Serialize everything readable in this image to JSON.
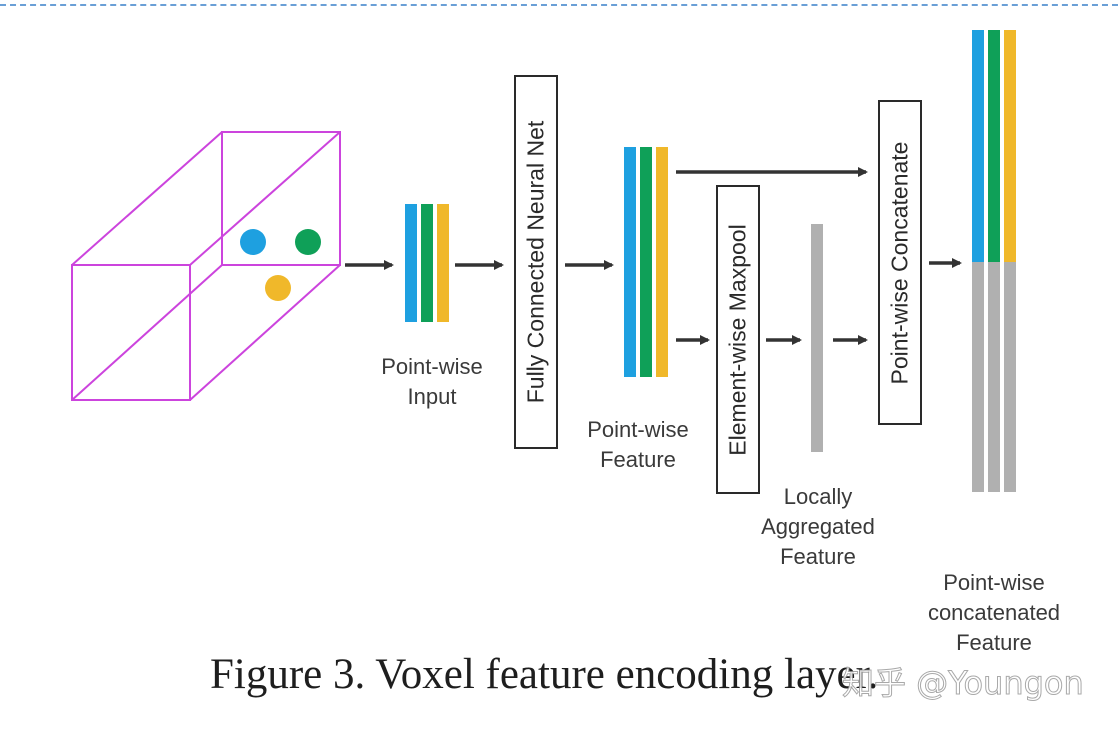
{
  "labels": {
    "point_wise_input": [
      "Point-wise",
      "Input"
    ],
    "fully_connected": "Fully Connected Neural Net",
    "point_wise_feature": [
      "Point-wise",
      "Feature"
    ],
    "element_wise_maxpool": "Element-wise Maxpool",
    "locally_aggregated_feature": [
      "Locally",
      "Aggregated",
      "Feature"
    ],
    "point_wise_concatenate": "Point-wise Concatenate",
    "point_wise_concatenated_feature": [
      "Point-wise",
      "concatenated",
      "Feature"
    ]
  },
  "caption": "Figure 3. Voxel feature encoding layer.",
  "watermark": "知乎 @Youngon",
  "colors": {
    "voxel_box": "#cc44dd",
    "blue": "#1ea0e0",
    "green": "#0fa058",
    "yellow": "#f0b82a",
    "gray": "#b0b0b0",
    "arrow": "#333333"
  }
}
